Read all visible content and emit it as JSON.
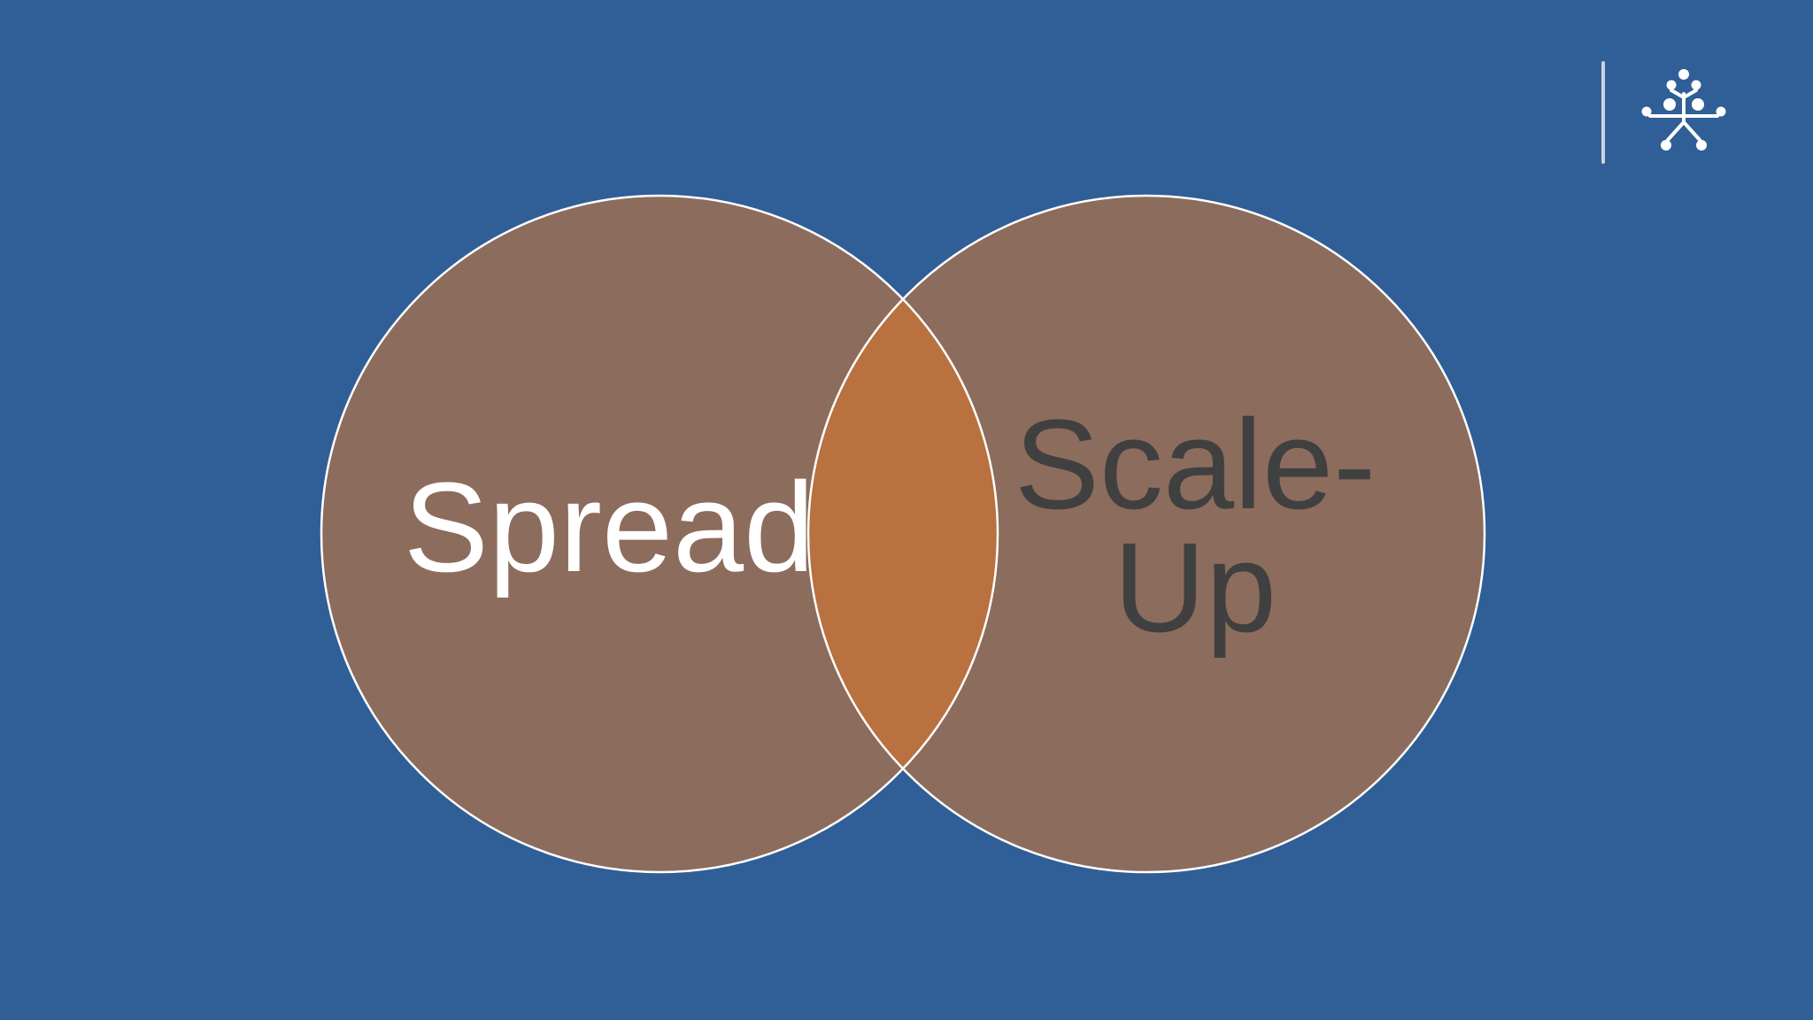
{
  "diagram": {
    "type": "venn",
    "circles": [
      {
        "label": "Spread"
      },
      {
        "label_lines": [
          "Scale-",
          "Up"
        ]
      }
    ]
  },
  "logo": {
    "icon": "network-people-logo-icon"
  },
  "colors": {
    "background": "#2f5f96",
    "circle_fill": "#8c6c5d",
    "overlap_fill": "#b8713f",
    "circle_stroke": "#ffffff",
    "left_label": "#ffffff",
    "right_label": "#404040"
  }
}
